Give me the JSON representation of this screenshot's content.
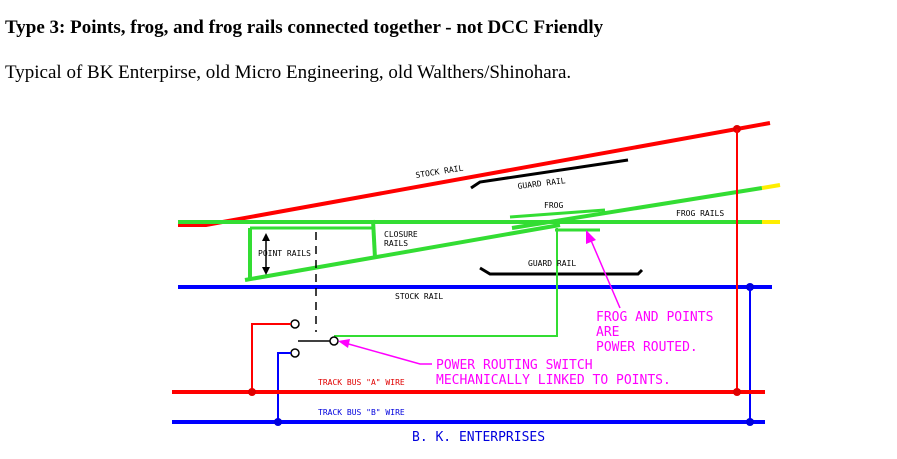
{
  "heading": "Type 3: Points, frog, and frog rails connected together - not DCC Friendly",
  "intro": "Typical of BK Enterpirse, old Micro Engineering, old Walthers/Shinohara.",
  "diagram": {
    "labels": {
      "stock_rail_top": "STOCK RAIL",
      "guard_rail_top": "GUARD RAIL",
      "frog": "FROG",
      "frog_rails": "FROG RAILS",
      "closure_rails_1": "CLOSURE",
      "closure_rails_2": "RAILS",
      "point_rails": "POINT RAILS",
      "guard_rail_bottom": "GUARD RAIL",
      "stock_rail_bottom": "STOCK RAIL",
      "frog_note_1": "FROG AND POINTS",
      "frog_note_2": "ARE",
      "frog_note_3": "POWER ROUTED.",
      "switch_note_1": "POWER ROUTING SWITCH",
      "switch_note_2": "MECHANICALLY LINKED TO POINTS.",
      "bus_a": "TRACK BUS \"A\" WIRE",
      "bus_b": "TRACK BUS \"B\" WIRE",
      "credit": "B. K. ENTERPRISES"
    },
    "colors": {
      "rail_a": "#ff0000",
      "rail_b": "#0000ff",
      "frog_routed": "#33dd33",
      "insulated_tip": "#ffee00",
      "guard_rail": "#000000",
      "annotation": "#ff00ff"
    }
  }
}
